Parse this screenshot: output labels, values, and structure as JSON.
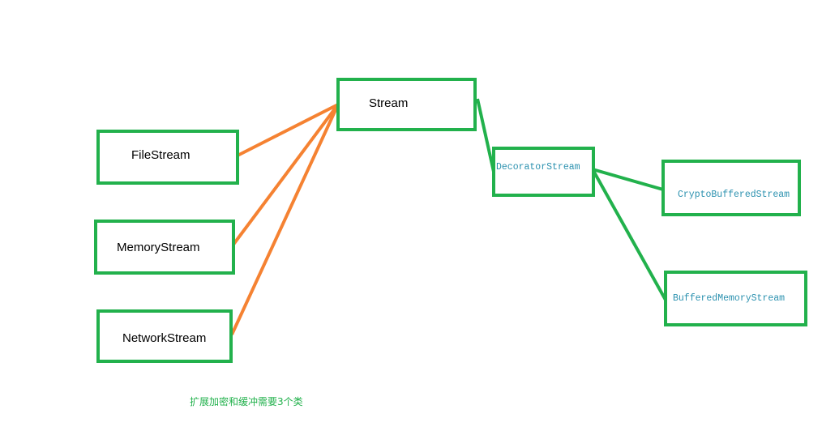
{
  "nodes": {
    "stream": "Stream",
    "file_stream": "FileStream",
    "memory_stream": "MemoryStream",
    "network_stream": "NetworkStream",
    "decorator_stream": "DecoratorStream",
    "crypto_buffered_stream": "CryptoBufferedStream",
    "buffered_memory_stream": "BufferedMemoryStream"
  },
  "note": "扩展加密和缓冲需要3个类",
  "colors": {
    "box_border": "#22b14c",
    "inherit_edge": "#f58232",
    "decorator_edge": "#22b14c",
    "code_text": "#2b91af",
    "note_text": "#22b14c"
  }
}
